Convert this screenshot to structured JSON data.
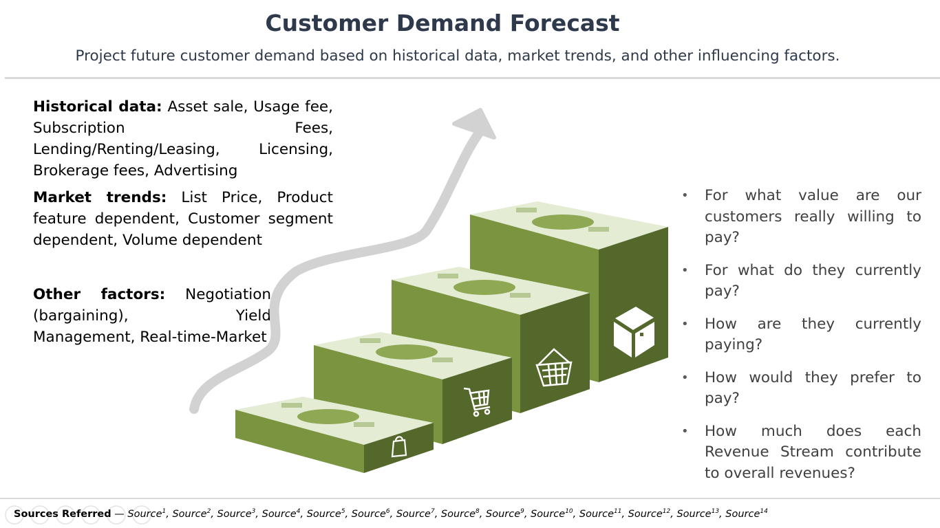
{
  "title": "Customer Demand Forecast",
  "subtitle": "Project future customer demand based on historical data, market trends, and other influencing factors.",
  "left": {
    "historical": {
      "label": "Historical data:",
      "text": "Asset sale, Usage fee, Subscription Fees, Lending/Renting/Leasing, Licensing, Brokerage fees, Advertising"
    },
    "market": {
      "label": "Market trends:",
      "text": "List Price, Product feature dependent, Customer segment dependent, Volume dependent"
    },
    "other": {
      "label": "Other factors:",
      "text": "Negotiation (bargaining), Yield Management, Real-time-Market"
    }
  },
  "questions": [
    "For what value are our customers really willing to pay?",
    "For what do they currently pay?",
    "How are they currently paying?",
    "How would they prefer to pay?",
    "How much does each Revenue Stream contribute to overall revenues?"
  ],
  "graphic": {
    "icons": [
      "shopping-bag-icon",
      "shopping-cart-icon",
      "basket-icon",
      "box-icon"
    ],
    "colors": {
      "top": "#e4ecd4",
      "front": "#7b9440",
      "side": "#55682c",
      "arrow": "#d2d2d2"
    }
  },
  "footer": {
    "label": "Sources Referred",
    "separator": "—",
    "sources": [
      "Source",
      "Source",
      "Source",
      "Source",
      "Source",
      "Source",
      "Source",
      "Source",
      "Source",
      "Source",
      "Source",
      "Source",
      "Source",
      "Source"
    ],
    "source_numbers": [
      "1",
      "2",
      "3",
      "4",
      "5",
      "6",
      "7",
      "8",
      "9",
      "10",
      "11",
      "12",
      "13",
      "14"
    ]
  }
}
